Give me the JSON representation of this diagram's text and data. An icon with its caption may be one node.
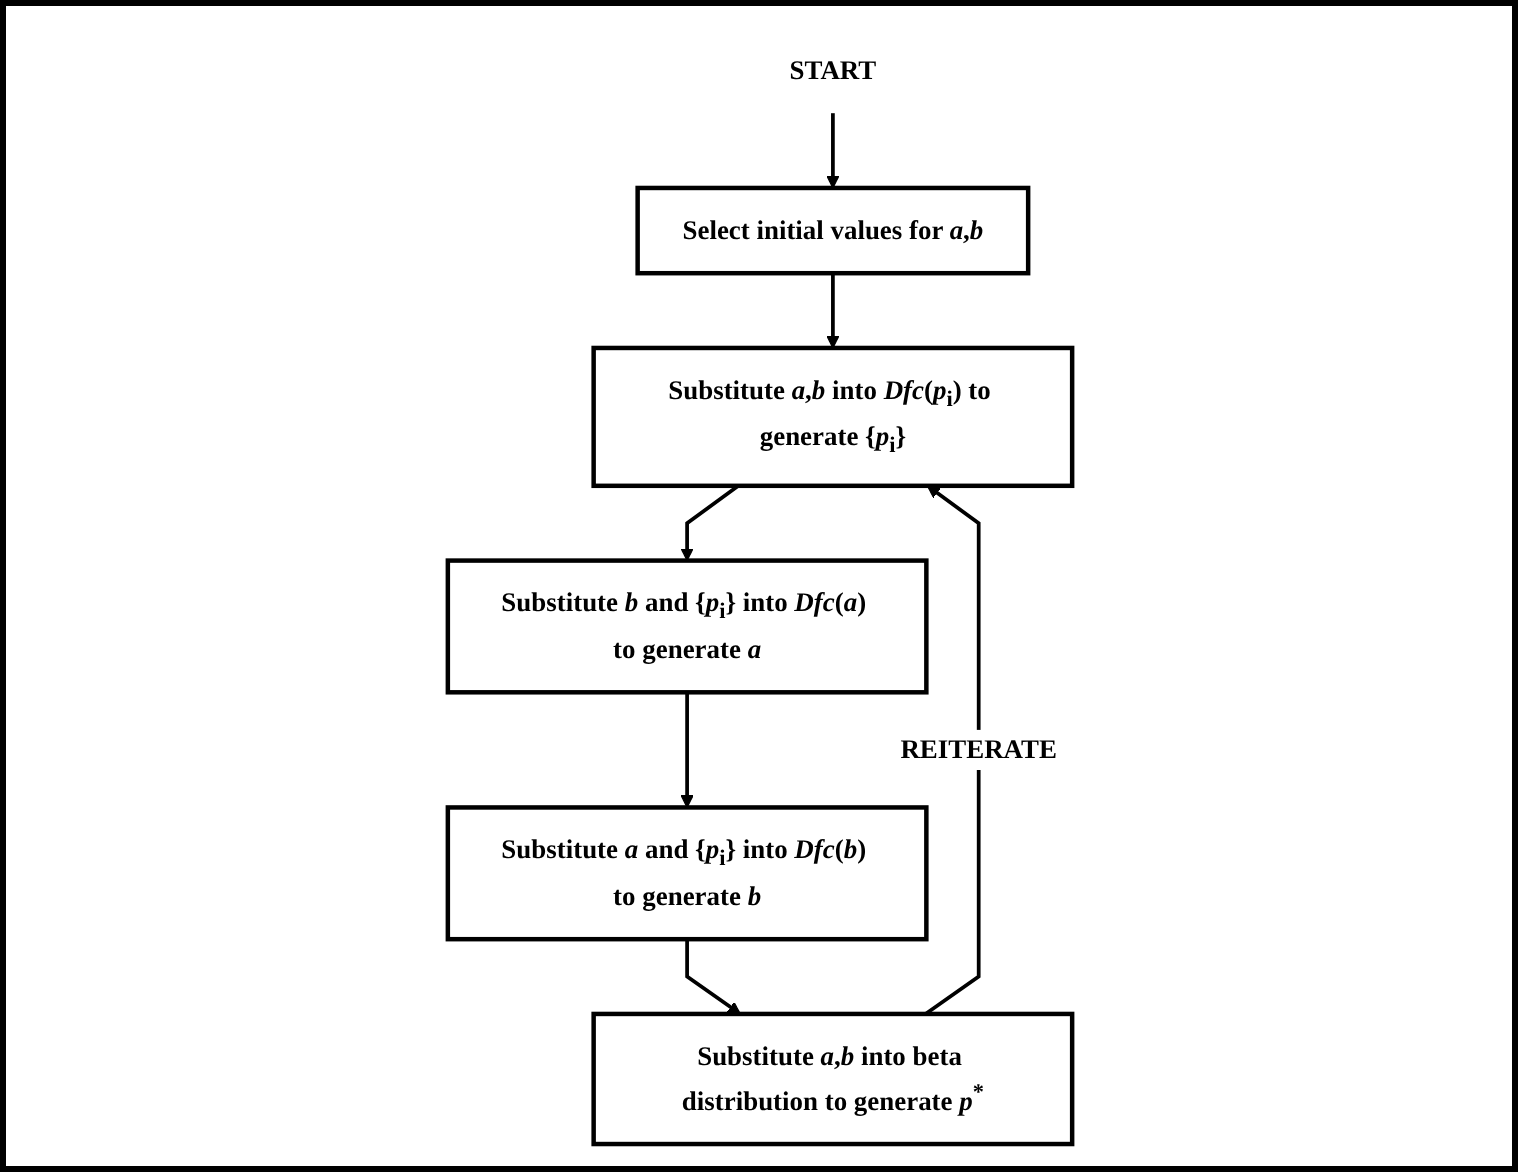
{
  "diagram": {
    "nodes": [
      {
        "text": [
          "START"
        ]
      },
      {
        "text": [
          "Select initial values for *a*,*b*"
        ]
      },
      {
        "text": [
          "Substitute *a*,*b* into *Dfc*(*p*$_{i}$) to generate {*p*$_{i}$}"
        ]
      },
      {
        "text": [
          "Substitute *b* and {*p*$_{i}$} into *Dfc*(*a*) to generate *a*"
        ]
      },
      {
        "text": [
          "Substitute *a* and {*p*$_{i}$} into *Dfc*(*b*) to generate *b*"
        ]
      },
      {
        "text": [
          "Substitute *a*,*b* into beta distribution to generate *p*$^{*}$"
        ]
      }
    ],
    "edges": [
      {
        "from": 0,
        "to": 1,
        "arrow": "to"
      },
      {
        "from": 1,
        "to": 2,
        "arrow": "to"
      },
      {
        "from": 2,
        "to": 3,
        "arrow": "to"
      },
      {
        "from": 3,
        "to": 4,
        "arrow": "to"
      },
      {
        "from": 4,
        "to": 5,
        "arrow": "to"
      },
      {
        "from": 5,
        "to": 2,
        "arrow": "to",
        "label": "REITERATE"
      }
    ]
  }
}
